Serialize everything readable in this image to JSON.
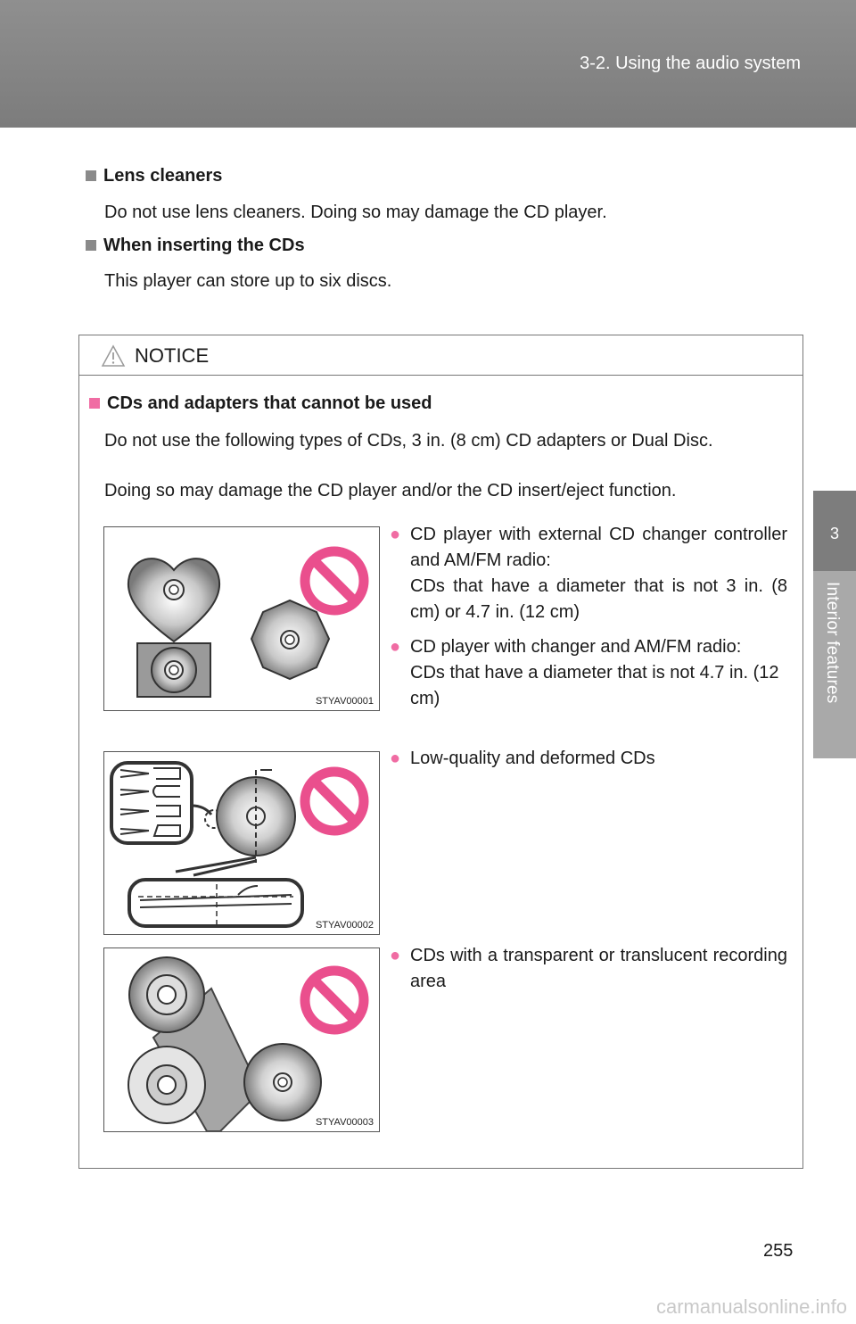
{
  "header": {
    "section_title": "3-2. Using the audio system"
  },
  "side_tab": {
    "chapter_number": "3",
    "chapter_title": "Interior features"
  },
  "sections": [
    {
      "heading": "Lens cleaners",
      "text": "Do not use lens cleaners. Doing so may damage the CD player."
    },
    {
      "heading": "When inserting the CDs",
      "text": "This player can store up to six discs."
    }
  ],
  "notice": {
    "title": "NOTICE",
    "subheading": "CDs and adapters that cannot be used",
    "para1": "Do not use the following types of CDs, 3 in. (8 cm) CD adapters or Dual Disc.",
    "para2": "Doing so may damage the CD player and/or the CD insert/eject function.",
    "figures": [
      {
        "code": "STYAV00001"
      },
      {
        "code": "STYAV00002"
      },
      {
        "code": "STYAV00003"
      }
    ],
    "bullets": [
      {
        "lead": "CD player with external CD changer controller and AM/FM radio:",
        "detail": "CDs that have a diameter that is not 3 in. (8 cm) or 4.7 in. (12 cm)"
      },
      {
        "lead": "CD player with changer and AM/FM radio:",
        "detail": "CDs that have a diameter that is not 4.7 in. (12 cm)"
      },
      {
        "lead": "Low-quality and deformed CDs"
      },
      {
        "lead": "CDs with a transparent or translucent recording area"
      }
    ]
  },
  "page_number": "255",
  "watermark": "carmanualsonline.info",
  "colors": {
    "accent": "#f06ca3",
    "header_bg": "#858585",
    "band": "#a9a9a9"
  }
}
